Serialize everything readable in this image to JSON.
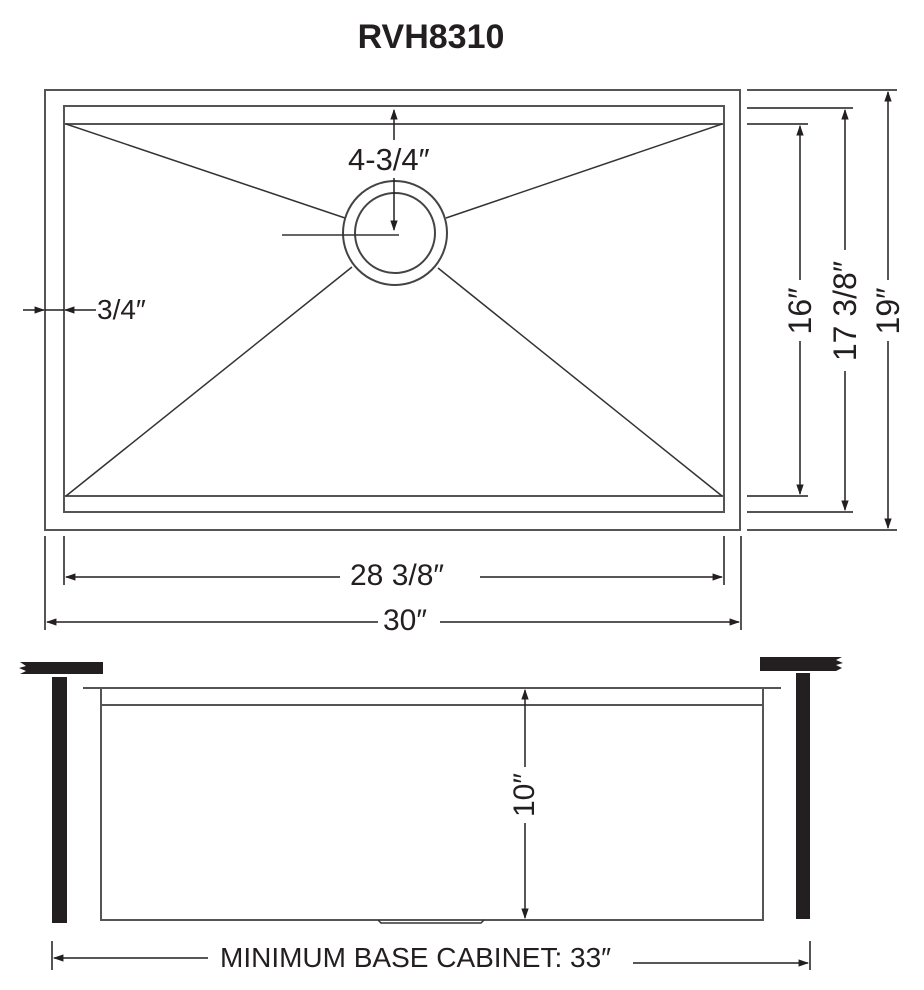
{
  "title": "RVH8310",
  "top_view": {
    "drain_offset_label": "4-3/4″",
    "flange_label": "3/4″",
    "inner_length_label": "28 3/8″",
    "outer_length_label": "30″",
    "bowl_width_label": "16″",
    "inner_width_label": "17 3/8″",
    "outer_width_label": "19″"
  },
  "side_view": {
    "depth_label": "10″",
    "cabinet_label": "MINIMUM BASE CABINET: 33″"
  },
  "colors": {
    "line": "#555555",
    "ink": "#231f20",
    "background": "#ffffff"
  }
}
